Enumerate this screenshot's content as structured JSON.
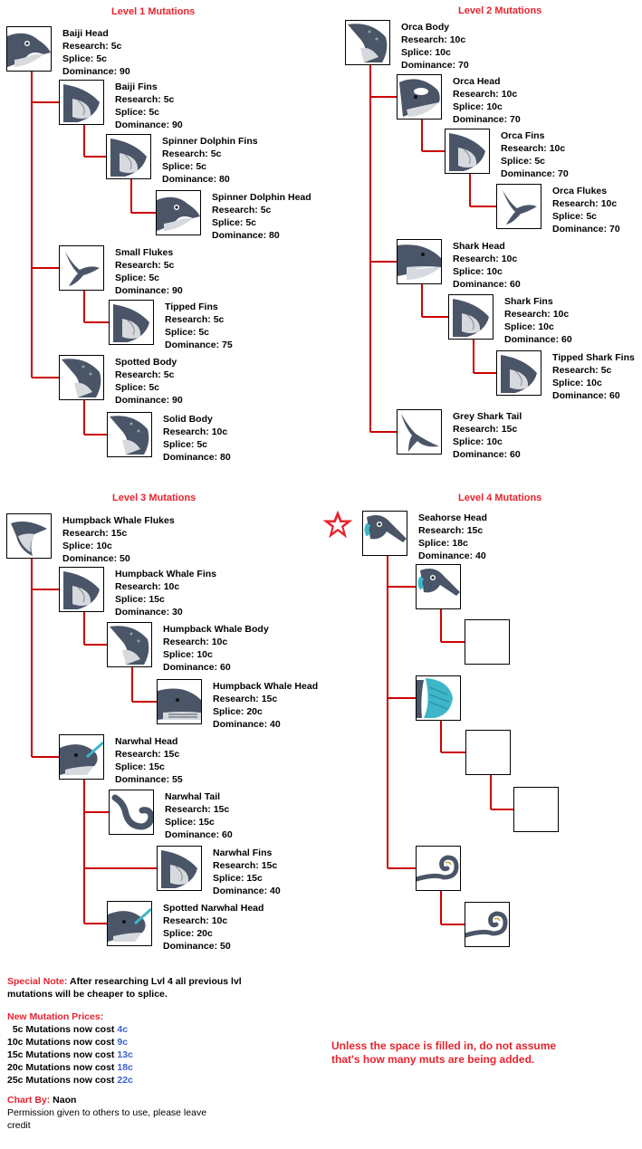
{
  "levels": [
    {
      "heading": "Level 1 Mutations",
      "mutations": [
        {
          "name": "Baiji Head",
          "research": "Research: 5c",
          "splice": "Splice: 5c",
          "dominance": "Dominance: 90",
          "icon": "dolphin-head-icon"
        },
        {
          "name": "Baiji Fins",
          "research": "Research: 5c",
          "splice": "Splice: 5c",
          "dominance": "Dominance: 90",
          "icon": "dolphin-fins-icon"
        },
        {
          "name": "Spinner Dolphin Fins",
          "research": "Research: 5c",
          "splice": "Splice: 5c",
          "dominance": "Dominance: 80",
          "icon": "dolphin-fins-icon"
        },
        {
          "name": "Spinner Dolphin Head",
          "research": "Research: 5c",
          "splice": "Splice: 5c",
          "dominance": "Dominance: 80",
          "icon": "dolphin-head-icon"
        },
        {
          "name": "Small Flukes",
          "research": "Research: 5c",
          "splice": "Splice: 5c",
          "dominance": "Dominance: 90",
          "icon": "flukes-icon"
        },
        {
          "name": "Tipped Fins",
          "research": "Research: 5c",
          "splice": "Splice: 5c",
          "dominance": "Dominance: 75",
          "icon": "dolphin-fins-icon"
        },
        {
          "name": "Spotted Body",
          "research": "Research: 5c",
          "splice": "Splice: 5c",
          "dominance": "Dominance: 90",
          "icon": "body-icon"
        },
        {
          "name": "Solid Body",
          "research": "Research: 10c",
          "splice": "Splice: 5c",
          "dominance": "Dominance: 80",
          "icon": "body-icon"
        }
      ]
    },
    {
      "heading": "Level 2 Mutations",
      "mutations": [
        {
          "name": "Orca Body",
          "research": "Research: 10c",
          "splice": "Splice: 10c",
          "dominance": "Dominance: 70",
          "icon": "body-icon"
        },
        {
          "name": "Orca Head",
          "research": "Research: 10c",
          "splice": "Splice: 10c",
          "dominance": "Dominance: 70",
          "icon": "orca-head-icon"
        },
        {
          "name": "Orca Fins",
          "research": "Research: 10c",
          "splice": "Splice: 5c",
          "dominance": "Dominance: 70",
          "icon": "dolphin-fins-icon"
        },
        {
          "name": "Orca Flukes",
          "research": "Research: 10c",
          "splice": "Splice: 5c",
          "dominance": "Dominance: 70",
          "icon": "flukes-icon"
        },
        {
          "name": "Shark Head",
          "research": "Research: 10c",
          "splice": "Splice: 10c",
          "dominance": "Dominance: 60",
          "icon": "shark-head-icon"
        },
        {
          "name": "Shark Fins",
          "research": "Research: 10c",
          "splice": "Splice: 10c",
          "dominance": "Dominance: 60",
          "icon": "dolphin-fins-icon"
        },
        {
          "name": "Tipped Shark Fins",
          "research": "Research: 5c",
          "splice": "Splice: 10c",
          "dominance": "Dominance: 60",
          "icon": "dolphin-fins-icon"
        },
        {
          "name": "Grey Shark Tail",
          "research": "Research: 15c",
          "splice": "Splice: 10c",
          "dominance": "Dominance: 60",
          "icon": "shark-tail-icon"
        }
      ]
    },
    {
      "heading": "Level 3 Mutations",
      "mutations": [
        {
          "name": "Humpback Whale Flukes",
          "research": "Research: 15c",
          "splice": "Splice: 10c",
          "dominance": "Dominance: 50",
          "icon": "whale-flukes-icon"
        },
        {
          "name": "Humpback Whale Fins",
          "research": "Research: 10c",
          "splice": "Splice: 15c",
          "dominance": "Dominance: 30",
          "icon": "dolphin-fins-icon"
        },
        {
          "name": "Humpback Whale Body",
          "research": "Research: 10c",
          "splice": "Splice: 10c",
          "dominance": "Dominance: 60",
          "icon": "body-icon"
        },
        {
          "name": "Humpback Whale Head",
          "research": "Research: 15c",
          "splice": "Splice: 20c",
          "dominance": "Dominance: 40",
          "icon": "whale-head-icon"
        },
        {
          "name": "Narwhal Head",
          "research": "Research: 15c",
          "splice": "Splice: 15c",
          "dominance": "Dominance: 55",
          "icon": "narwhal-head-icon"
        },
        {
          "name": "Narwhal Tail",
          "research": "Research: 15c",
          "splice": "Splice: 15c",
          "dominance": "Dominance: 60",
          "icon": "curled-tail-icon"
        },
        {
          "name": "Narwhal Fins",
          "research": "Research: 15c",
          "splice": "Splice: 15c",
          "dominance": "Dominance: 40",
          "icon": "dolphin-fins-icon"
        },
        {
          "name": "Spotted Narwhal Head",
          "research": "Research: 10c",
          "splice": "Splice: 20c",
          "dominance": "Dominance: 50",
          "icon": "narwhal-head-icon"
        }
      ]
    },
    {
      "heading": "Level 4 Mutations",
      "mutations": [
        {
          "name": "Seahorse Head",
          "research": "Research: 15c",
          "splice": "Splice: 18c",
          "dominance": "Dominance: 40",
          "icon": "seahorse-head-icon"
        },
        {
          "icon": "seahorse-head-icon"
        },
        {
          "icon": "empty-slot"
        },
        {
          "icon": "seahorse-fin-icon"
        },
        {
          "icon": "empty-slot"
        },
        {
          "icon": "empty-slot"
        },
        {
          "icon": "spiral-tail-icon"
        },
        {
          "icon": "spiral-tail-icon"
        }
      ]
    }
  ],
  "colors": {
    "heading_red": "#e8232d",
    "connector_red": "#cc0000",
    "link_blue": "#3c5fd0",
    "creature_dark": "#4a5568",
    "creature_light": "#d6d9de",
    "seahorse_teal": "#3cb6c8",
    "star_red": "#e8232d"
  },
  "special_note": {
    "label": "Special Note:",
    "text_line1": " After researching Lvl 4 all previous lvl",
    "text_line2": "mutations will be cheaper to splice."
  },
  "new_prices": {
    "title": "New Mutation Prices:",
    "rows": [
      {
        "text": "  5c Mutations now cost ",
        "price": "4c"
      },
      {
        "text": "10c Mutations now cost ",
        "price": "9c"
      },
      {
        "text": "15c Mutations now cost ",
        "price": "13c"
      },
      {
        "text": "20c Mutations now cost ",
        "price": "18c"
      },
      {
        "text": "25c Mutations now cost ",
        "price": "22c"
      }
    ]
  },
  "credits": {
    "label": "Chart By:",
    "author": " Naon",
    "permission_line1": "Permission given to others to use, please leave",
    "permission_line2": "credit"
  },
  "disclaimer": {
    "line1": "Unless the space is filled in, do not assume",
    "line2": "that's how many muts are being added."
  }
}
